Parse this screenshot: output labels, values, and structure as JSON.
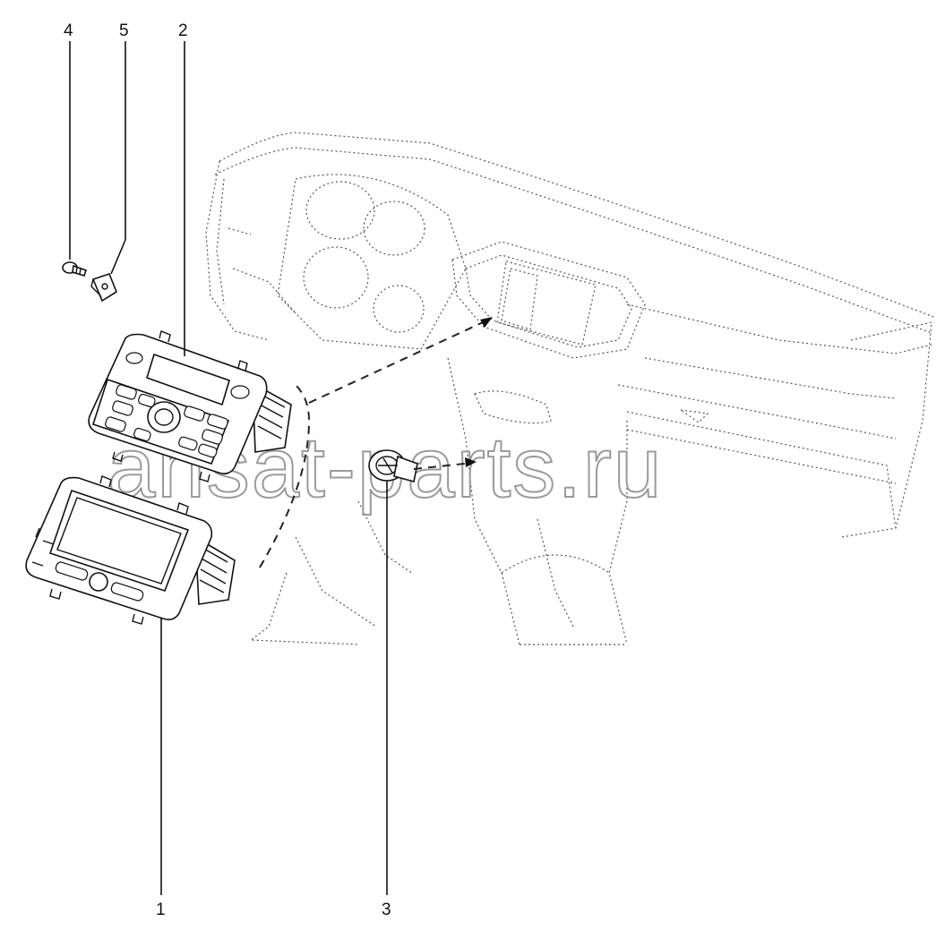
{
  "callouts": {
    "label_1": "1",
    "label_2": "2",
    "label_3": "3",
    "label_4": "4",
    "label_5": "5"
  },
  "watermark": "ansat-parts.ru",
  "colors": {
    "line": "#111111",
    "ghost_line": "#555555",
    "watermark": "#9a9a9a",
    "background": "#ffffff"
  }
}
